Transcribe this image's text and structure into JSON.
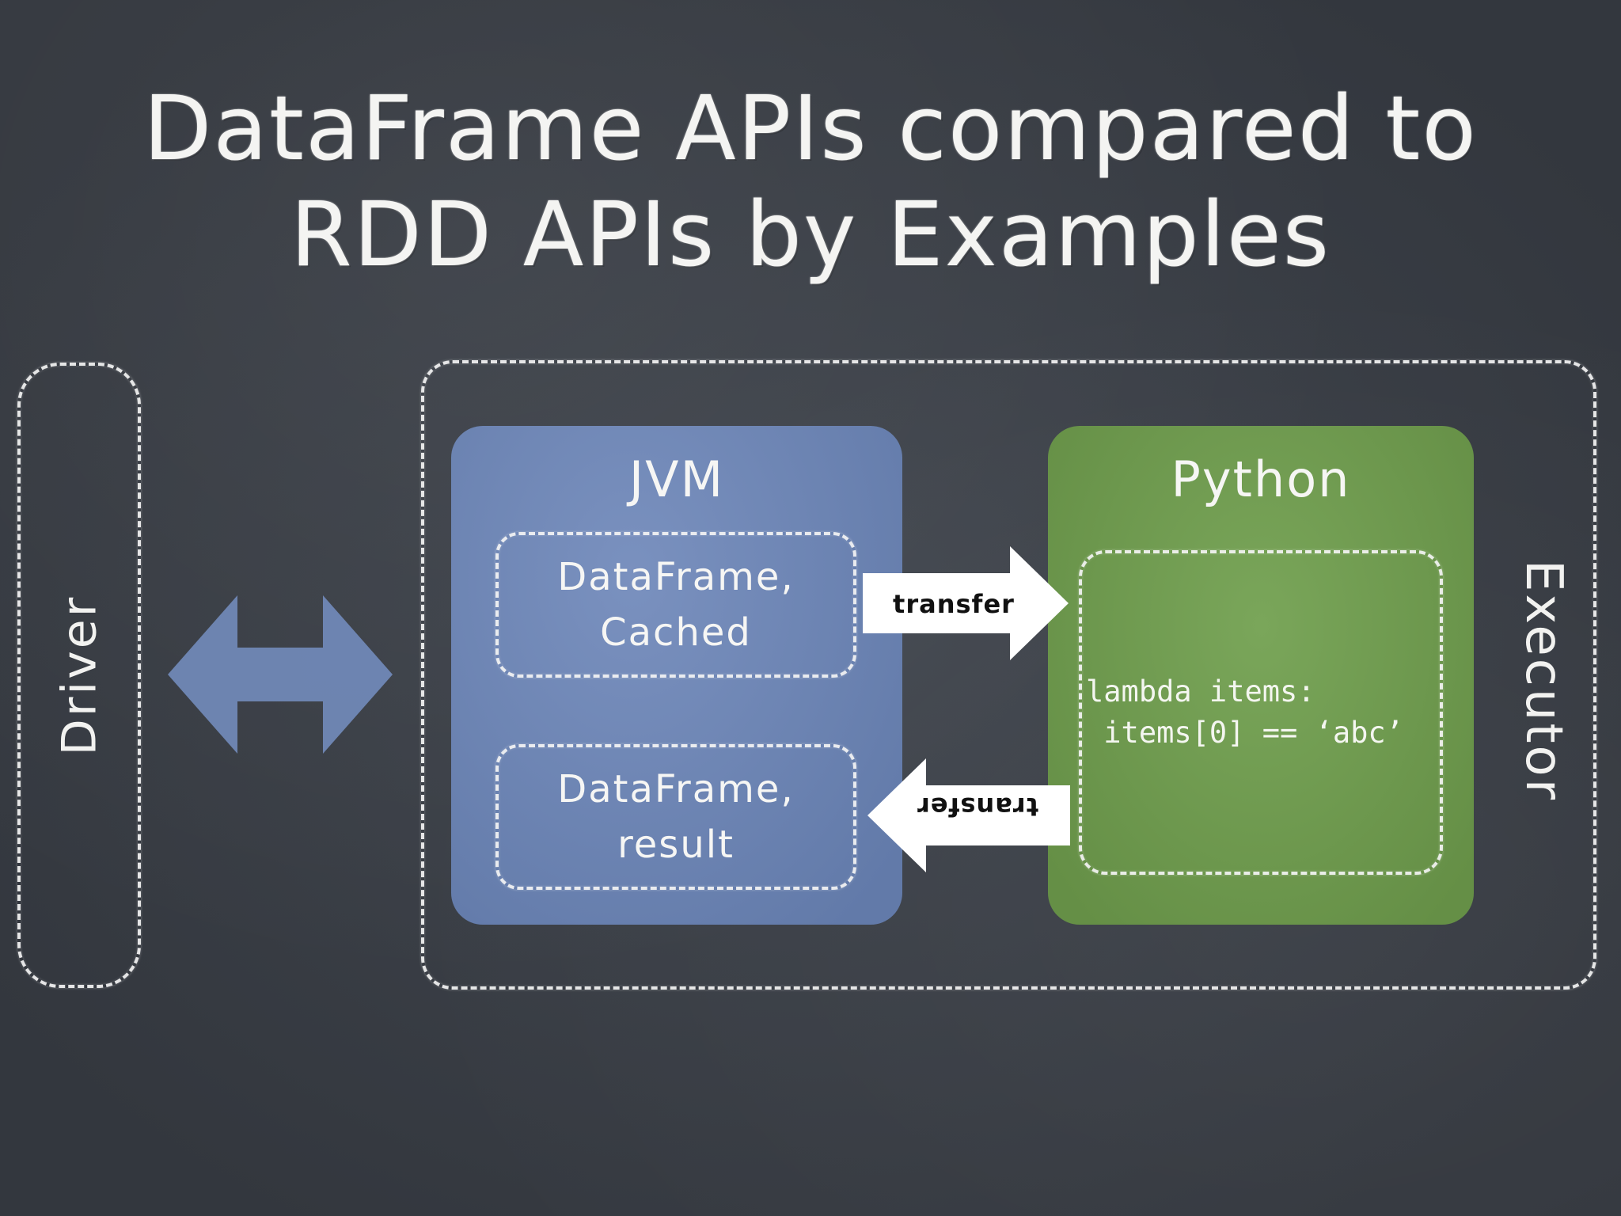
{
  "title_lines": [
    "DataFrame APIs compared to",
    "RDD APIs by Examples"
  ],
  "driver_label": "Driver",
  "executor_label": "Executor",
  "jvm": {
    "title": "JVM",
    "cached_line1": "DataFrame,",
    "cached_line2": "Cached",
    "result_line1": "DataFrame,",
    "result_line2": "result"
  },
  "python": {
    "title": "Python",
    "code_line1": "lambda items:",
    "code_line2": " items[0] == ‘abc’"
  },
  "transfer_to_python": "transfer",
  "transfer_to_jvm": "transfer",
  "colors": {
    "background": "#3b4048",
    "jvm_panel": "#6d85b4",
    "python_panel": "#6f9a4f",
    "chalk": "#f4f4f2",
    "double_arrow": "#7088b6",
    "transfer_arrow": "#ffffff"
  },
  "icons": {
    "double_arrow": "double-headed-arrow-icon",
    "transfer_arrow": "block-arrow-icon"
  }
}
